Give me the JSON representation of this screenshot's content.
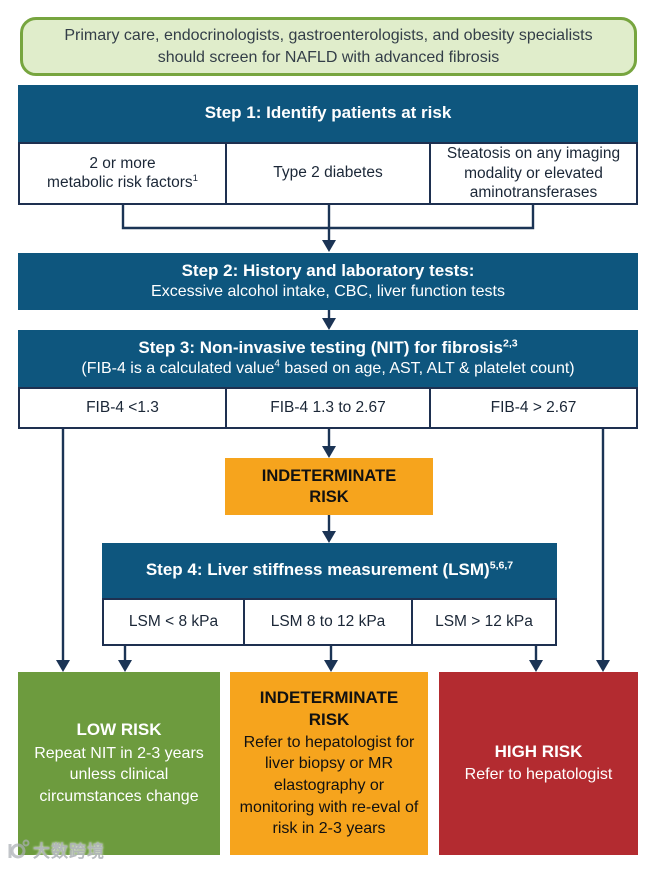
{
  "colors": {
    "blue": "#0E567E",
    "orange": "#F6A41D",
    "green": "#6D9B3E",
    "red": "#B32B30",
    "intro-bg": "#E0EDCB",
    "intro-border": "#77A53F",
    "line": "#1B3455"
  },
  "intro": {
    "text": "Primary care, endocrinologists, gastroenterologists, and obesity specialists should screen for NAFLD with advanced fibrosis"
  },
  "step1": {
    "title": "Step 1: Identify patients at risk",
    "cells": {
      "risk_factors": {
        "line1": "2 or more",
        "line2": "metabolic risk factors",
        "sup": "1"
      },
      "diabetes": {
        "text": "Type 2 diabetes"
      },
      "steatosis": {
        "text": "Steatosis on any imaging modality or elevated aminotransferases"
      }
    }
  },
  "step2": {
    "title": "Step 2: History and laboratory tests:",
    "subtitle": "Excessive alcohol intake, CBC, liver function tests"
  },
  "step3": {
    "title": "Step 3: Non-invasive testing (NIT) for fibrosis",
    "title_sup": "2,3",
    "subtitle_pre": "(FIB-4 is a calculated value",
    "subtitle_sup": "4",
    "subtitle_post": " based on age, AST, ALT & platelet count)",
    "cells": {
      "low": "FIB-4 <1.3",
      "mid": "FIB-4 1.3 to 2.67",
      "high": "FIB-4 > 2.67"
    }
  },
  "indeterminate_mid": {
    "line1": "INDETERMINATE",
    "line2": "RISK"
  },
  "step4": {
    "title": "Step 4: Liver stiffness measurement (LSM)",
    "title_sup": "5,6,7",
    "cells": {
      "low": "LSM < 8 kPa",
      "mid": "LSM 8 to 12 kPa",
      "high": "LSM > 12 kPa"
    }
  },
  "outcomes": {
    "low": {
      "title": "LOW RISK",
      "body": "Repeat NIT in 2-3 years unless clinical circumstances change"
    },
    "indeterminate": {
      "title": "INDETERMINATE RISK",
      "body": "Refer to hepatologist for liver biopsy or MR elastography or monitoring with re-eval of risk in 2-3 years"
    },
    "high": {
      "title": "HIGH RISK",
      "body": "Refer to hepatologist"
    }
  },
  "watermark": {
    "text": "大数跨境"
  }
}
